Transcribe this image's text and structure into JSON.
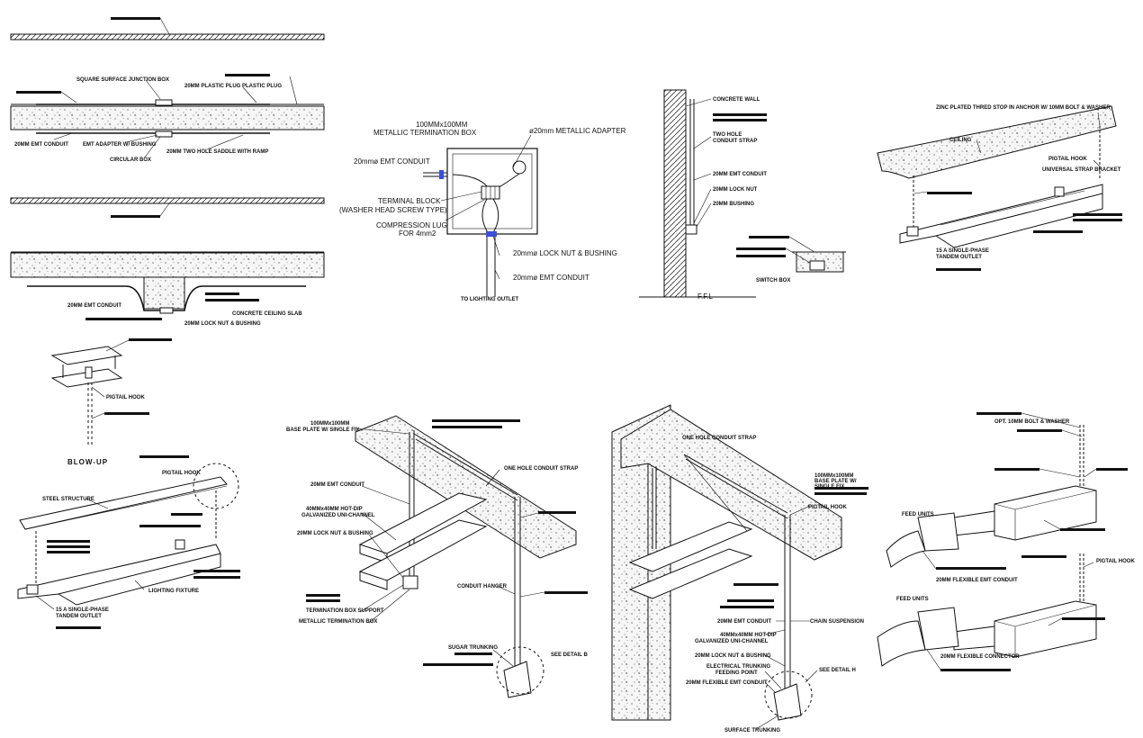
{
  "detail_cover": {
    "labels": {
      "junction_box": "SQUARE SURFACE JUNCTION BOX",
      "plastic_plug": "20MM PLASTIC PLUG PLASTIC PLUG",
      "emt_conduit": "20MM EMT CONDUIT",
      "emt_adapter": "EMT ADAPTER W/ BUSHING",
      "circular_box": "CIRCULAR BOX",
      "two_hole_saddle": "20MM TWO HOLE SADDLE WITH RAMP"
    }
  },
  "detail_ceiling_drop": {
    "labels": {
      "emt_conduit": "20MM EMT CONDUIT",
      "lock_nut": "20MM LOCK NUT & BUSHING",
      "concrete_slab": "CONCRETE CEILING SLAB"
    }
  },
  "detail_termination_box": {
    "labels": {
      "box_title_1": "100MMx100MM",
      "box_title_2": "METALLIC TERMINATION BOX",
      "adapter": "ø20mm METALLIC ADAPTER",
      "conduit_in": "20mmø EMT CONDUIT",
      "terminal_block_1": "TERMINAL BLOCK",
      "terminal_block_2": "(WASHER HEAD SCREW TYPE)",
      "lug_1": "COMPRESSION LUG",
      "lug_2": "FOR 4mm2",
      "lock_nut": "20mmø LOCK NUT & BUSHING",
      "conduit_out": "20mmø EMT CONDUIT",
      "to_outlet": "TO LIGHTING OUTLET"
    }
  },
  "detail_wall": {
    "labels": {
      "concrete_wall": "CONCRETE WALL",
      "two_hole_strap_1": "TWO HOLE",
      "two_hole_strap_2": "CONDUIT STRAP",
      "emt_conduit": "20MM EMT CONDUIT",
      "lock_nut": "20MM LOCK NUT",
      "bushing": "20MM BUSHING",
      "ffl": "F.F.L",
      "switch_box": "SWITCH BOX"
    }
  },
  "detail_fixture_ceiling": {
    "labels": {
      "rod_stop": "ZINC PLATED THRED STOP IN ANCHOR W/ 10MM BOLT & WASHER",
      "ceiling": "CEILING",
      "pigtail_hook": "PIGTAIL HOOK",
      "strap_bracket": "UNIVERSAL STRAP BRACKET",
      "outlet_1": "15 A SINGLE-PHASE",
      "outlet_2": "TANDEM OUTLET"
    }
  },
  "detail_beam": {
    "labels": {
      "pigtail_hook": "PIGTAIL HOOK",
      "blowup": "BLOW-UP"
    }
  },
  "detail_steel_fixture": {
    "labels": {
      "pigtail_hook": "PIGTAIL HOOK",
      "steel_structure": "STEEL STRUCTURE",
      "lighting_fixture": "LIGHTING FIXTURE",
      "outlet_1": "15 A SINGLE-PHASE",
      "outlet_2": "TANDEM OUTLET"
    }
  },
  "detail_iso_center": {
    "labels": {
      "base_plate_1": "100MMx100MM",
      "base_plate_2": "BASE PLATE W/ SINGLE FIX",
      "one_hole_strap": "ONE HOLE CONDUIT STRAP",
      "emt_conduit": "20MM EMT CONDUIT",
      "galvanized_1": "40MMx40MM HOT-DIP",
      "galvanized_2": "GALVANIZED UNI-CHANNEL",
      "lock_nut": "20MM LOCK NUT & BUSHING",
      "box_support": "TERMINATION BOX SUPPORT",
      "termination_box": "METALLIC TERMINATION BOX",
      "conduit_hanger": "CONDUIT HANGER",
      "sugar_trunking": "SUGAR TRUNKING",
      "see_detail": "SEE DETAIL B"
    }
  },
  "detail_iso_right": {
    "labels": {
      "one_hole_strap": "ONE HOLE CONDUIT STRAP",
      "base_plate_1": "100MMx100MM",
      "base_plate_2": "BASE PLATE W/",
      "base_plate_3": "SINGLE FIX",
      "pigtail_hook": "PIGTAIL HOOK",
      "emt_conduit": "20MM EMT CONDUIT",
      "chain_suspension": "CHAIN SUSPENSION",
      "galvanized_1": "40MMx40MM HOT-DIP",
      "galvanized_2": "GALVANIZED UNI-CHANNEL",
      "lock_nut": "20MM LOCK NUT & BUSHING",
      "trunking_1": "ELECTRICAL TRUNKING",
      "trunking_2": "FEEDING POINT",
      "flex_conduit": "20MM FLEXIBLE EMT CONDUIT",
      "see_detail": "SEE DETAIL H",
      "surface_trunking": "SURFACE TRUNKING"
    }
  },
  "detail_flex": {
    "labels": {
      "bolt_washer": "OPT. 10MM BOLT & WASHER",
      "feed_unit_a": "FEED UNITS",
      "flex_conduit": "20MM FLEXIBLE EMT CONDUIT",
      "pigtail_hook": "PIGTAIL HOOK",
      "feed_unit_b": "FEED UNITS",
      "flex_connector": "20MM FLEXIBLE CONNECTOR"
    }
  }
}
